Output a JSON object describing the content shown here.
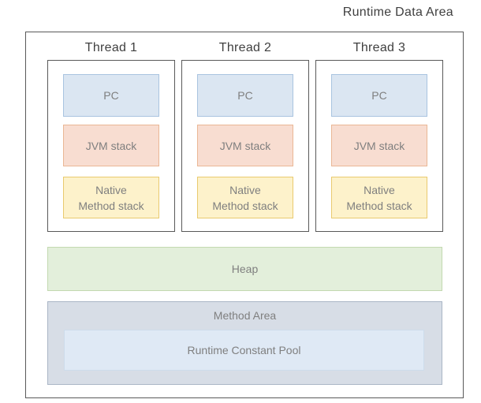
{
  "title": "Runtime Data Area",
  "threads": [
    {
      "label": "Thread 1",
      "pc_label": "PC",
      "jvm_stack_label": "JVM stack",
      "native_method_stack_label": "Native\nMethod stack"
    },
    {
      "label": "Thread 2",
      "pc_label": "PC",
      "jvm_stack_label": "JVM stack",
      "native_method_stack_label": "Native\nMethod stack"
    },
    {
      "label": "Thread 3",
      "pc_label": "PC",
      "jvm_stack_label": "JVM stack",
      "native_method_stack_label": "Native\nMethod stack"
    }
  ],
  "heap": {
    "label": "Heap"
  },
  "method_area": {
    "label": "Method Area",
    "runtime_constant_pool_label": "Runtime Constant Pool"
  },
  "colors": {
    "pc_fill": "#dbe6f2",
    "pc_border": "#a9c4e0",
    "jvm_stack_fill": "#f8ddd1",
    "jvm_stack_border": "#eab795",
    "native_stack_fill": "#fdf2cb",
    "native_stack_border": "#e9ca6f",
    "heap_fill": "#e3efdb",
    "heap_border": "#c3d9b0",
    "method_area_fill": "#d7dde6",
    "method_area_border": "#aab6c6",
    "rcp_fill": "#dfe9f5",
    "rcp_border": "#cddceb",
    "outline": "#595959",
    "label_text": "#7f7f7f",
    "heading_text": "#3f3f3f"
  }
}
